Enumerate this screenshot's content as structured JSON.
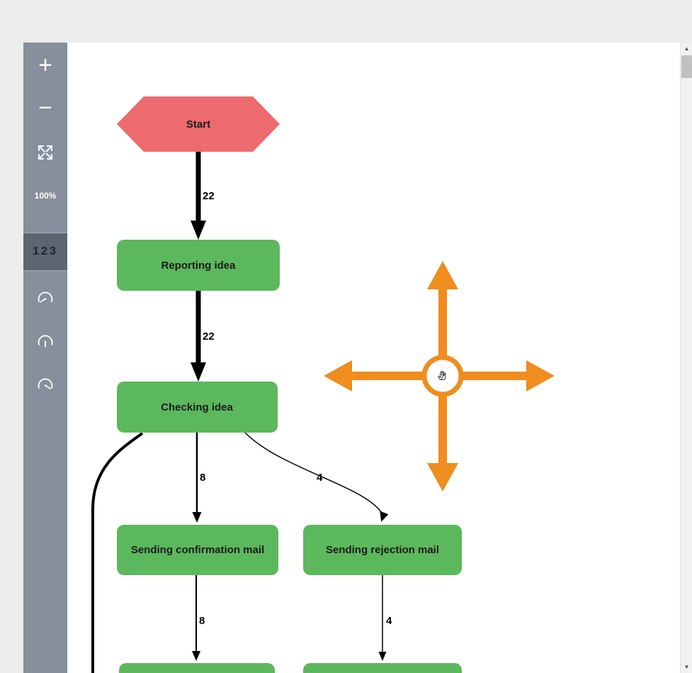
{
  "toolbar": {
    "zoom_in_label": "+",
    "zoom_out_label": "−",
    "zoom_level": "100%",
    "frequency_label": "123"
  },
  "icons": {
    "scroll_up": "▲",
    "scroll_down": "▼",
    "fit_screen": "fit-screen-icon",
    "gauges": [
      "gauge-left-icon",
      "gauge-center-icon",
      "gauge-right-icon"
    ],
    "pan_cursor": "grab-hand-cursor"
  },
  "colors": {
    "start_node": "#ed6a6e",
    "task_node": "#5cb85c",
    "pan_control": "#ef8d1f",
    "sidebar": "#868f9b",
    "sidebar_active": "#5d6570",
    "edge": "#000000"
  },
  "diagram": {
    "nodes": [
      {
        "label": "Start",
        "type": "hexagon"
      },
      {
        "label": "Reporting idea",
        "type": "task"
      },
      {
        "label": "Checking idea",
        "type": "task"
      },
      {
        "label": "Sending confirmation mail",
        "type": "task"
      },
      {
        "label": "Sending rejection mail",
        "type": "task"
      }
    ],
    "edges": [
      {
        "from": "Start",
        "to": "Reporting idea",
        "label": "22"
      },
      {
        "from": "Reporting idea",
        "to": "Checking idea",
        "label": "22"
      },
      {
        "from": "Checking idea",
        "to": "Sending confirmation mail",
        "label": "8"
      },
      {
        "from": "Checking idea",
        "to": "Sending rejection mail",
        "label": "4"
      },
      {
        "from": "Sending confirmation mail",
        "to": "below-viewport",
        "label": "8"
      },
      {
        "from": "Sending rejection mail",
        "to": "below-viewport",
        "label": "4"
      }
    ]
  }
}
